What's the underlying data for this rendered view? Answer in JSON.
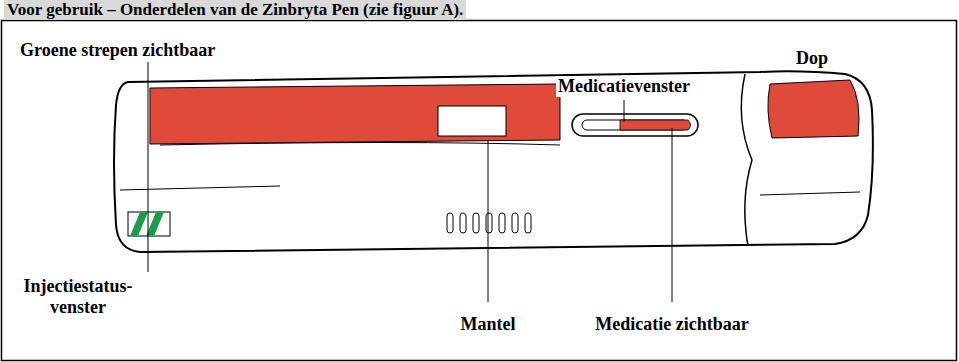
{
  "diagram": {
    "title": "Voor gebruik – Onderdelen van de Zinbryta Pen (zie figuur A).",
    "labels": [
      "Groene strepen zichtbaar",
      "Medicatievenster",
      "Dop",
      "Injectiestatus- venster",
      "Mantel",
      "Medicatie zichtbaar"
    ]
  }
}
